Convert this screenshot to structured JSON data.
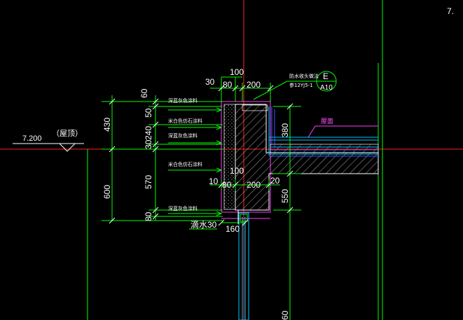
{
  "corner_label": "7.",
  "level": {
    "value": "7.200",
    "name": "（屋顶）"
  },
  "top_dims": {
    "d100": "100",
    "d30": "30",
    "d80": "80",
    "d200": "200"
  },
  "mid_dims": {
    "d100": "100",
    "d10": "10",
    "d80": "80",
    "d200": "200",
    "d20": "20"
  },
  "left_dims": [
    "60",
    "430",
    "50",
    "240",
    "30",
    "600",
    "570",
    "80"
  ],
  "right_dims": [
    "380",
    "550",
    "60"
  ],
  "drip": "滴水30",
  "bottom_dim": "160",
  "roof_label": "屋面",
  "detail_ref": {
    "note1": "防水收头做法",
    "note2": "参12YJ5-1",
    "letter": "E",
    "sheet": "A10"
  },
  "materials": [
    "深蓝灰色涂料",
    "米白色仿石涂料",
    "深蓝灰色涂料",
    "米白色仿石涂料",
    "深蓝灰色涂料"
  ],
  "colors": {
    "background": "#000000",
    "dim_lines": "#00ff00",
    "outline": "#ff3cff",
    "axis": "#ff2020",
    "layers": "#00c8ff"
  }
}
